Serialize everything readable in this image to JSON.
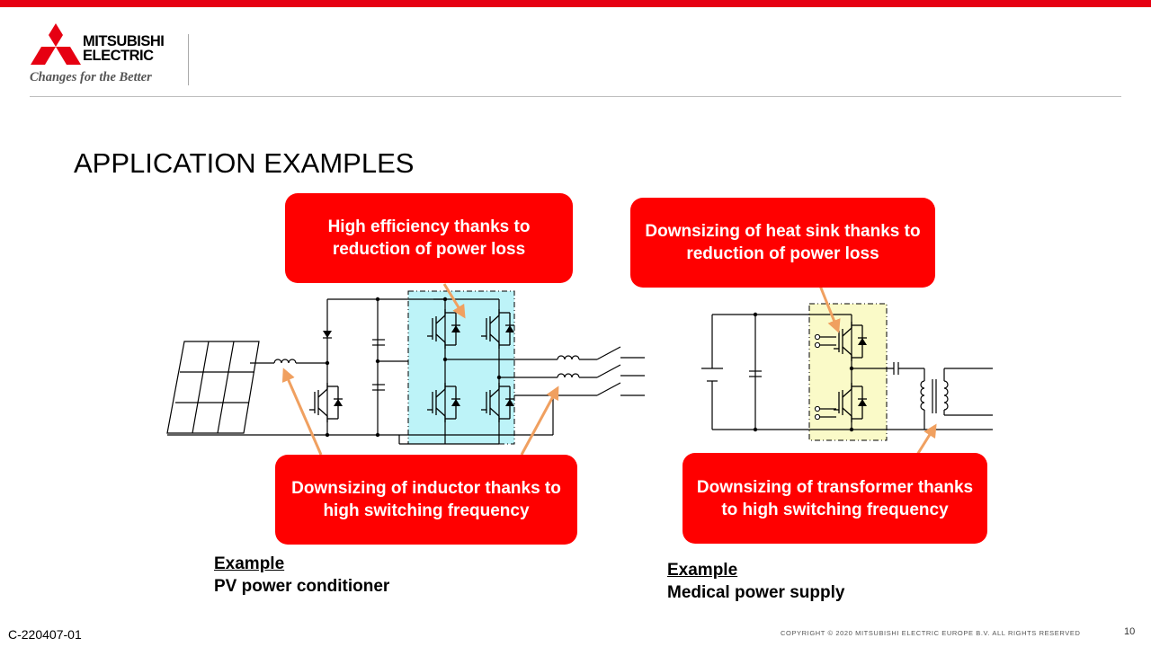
{
  "header": {
    "brand_line1": "MITSUBISHI",
    "brand_line2": "ELECTRIC",
    "tagline": "Changes for the Better"
  },
  "title": "APPLICATION EXAMPLES",
  "callouts": {
    "efficiency": "High efficiency thanks to reduction of power loss",
    "heat_sink": "Downsizing of heat sink thanks to reduction of power loss",
    "inductor": "Downsizing of inductor thanks to high switching frequency",
    "transformer": "Downsizing of transformer thanks to high switching frequency"
  },
  "examples": {
    "left_label": "Example",
    "left_name": "PV power conditioner",
    "right_label": "Example",
    "right_name": "Medical power supply"
  },
  "footer": {
    "doc_id": "C-220407-01",
    "copyright": "COPYRIGHT  © 2020  MITSUBISHI  ELECTRIC  EUROPE  B.V.  ALL  RIGHTS  RESERVED",
    "page_number": "10"
  },
  "colors": {
    "brand_red": "#e60012",
    "callout_red": "#ff0000",
    "highlight_cyan": "#bdf3f8",
    "highlight_yellow": "#fafac8",
    "arrow_orange": "#f0a060"
  }
}
